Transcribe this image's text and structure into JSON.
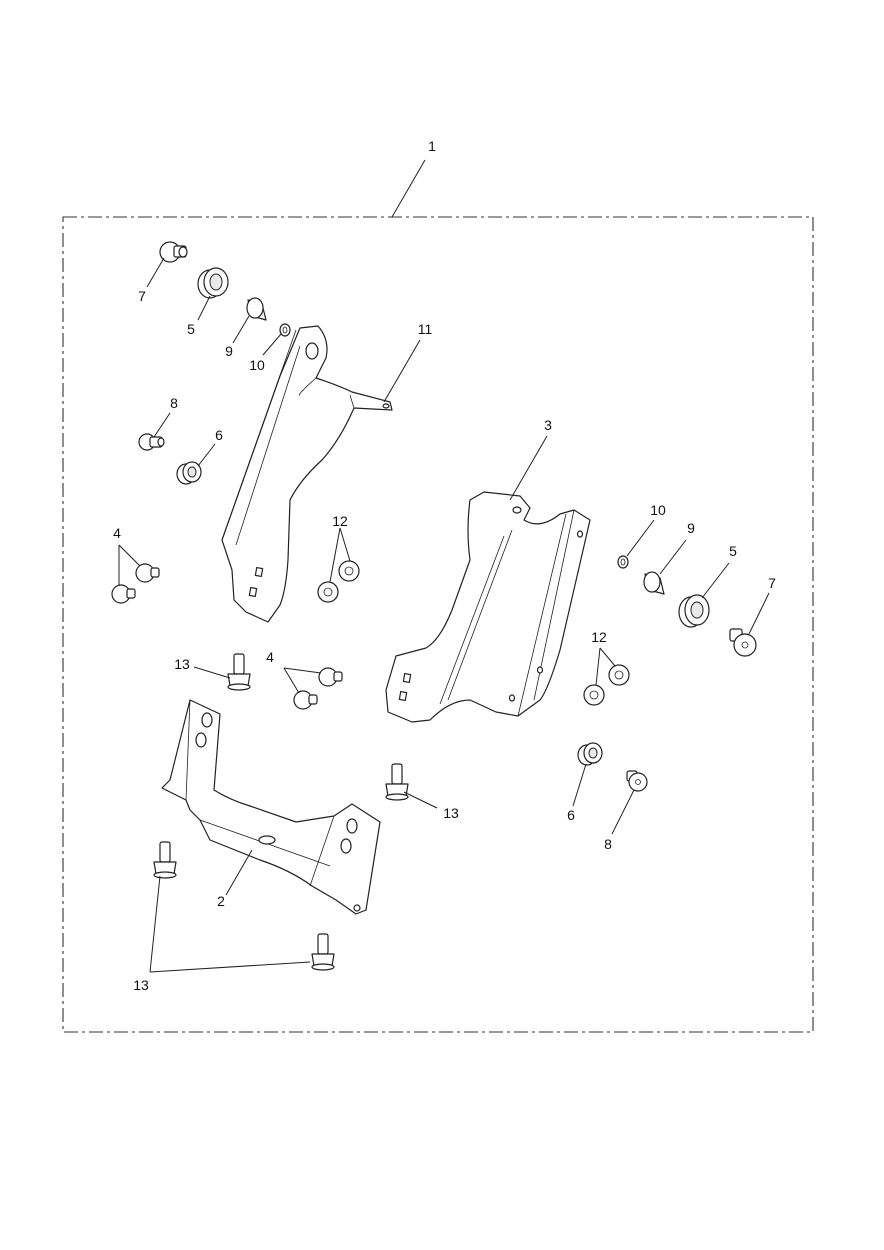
{
  "labels": {
    "kit": "1",
    "lower_bracket": "2",
    "right_bracket": "3",
    "bolt": "4",
    "grommet": "5",
    "small_grommet": "6",
    "screw_large_head": "7",
    "screw_small_head": "8",
    "spacer": "9",
    "washer": "10",
    "left_bracket": "11",
    "nut": "12",
    "flange_bolt": "13"
  },
  "colors": {
    "line": "#222222",
    "background": "#ffffff"
  }
}
